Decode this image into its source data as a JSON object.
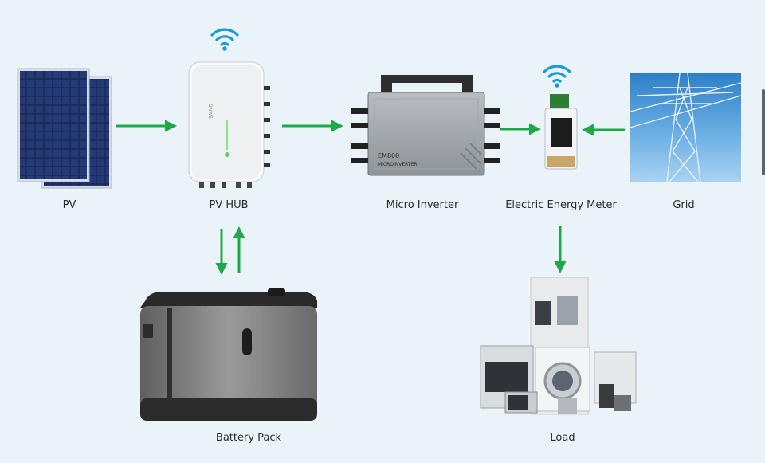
{
  "nodes": {
    "pv": {
      "label": "PV"
    },
    "pv_hub": {
      "label": "PV HUB",
      "brand_text": "ONWE"
    },
    "micro_inverter": {
      "label": "Micro Inverter",
      "model_text": "EM800",
      "sub_text": "MICROINVERTER"
    },
    "energy_meter": {
      "label": "Electric Energy Meter"
    },
    "grid": {
      "label": "Grid"
    },
    "battery": {
      "label": "Battery Pack"
    },
    "load": {
      "label": "Load"
    }
  },
  "colors": {
    "arrow": "#1ea848",
    "wifi": "#1e9ad6",
    "background": "#eaf3f8"
  },
  "icons": [
    "wifi-icon",
    "wifi-icon"
  ]
}
